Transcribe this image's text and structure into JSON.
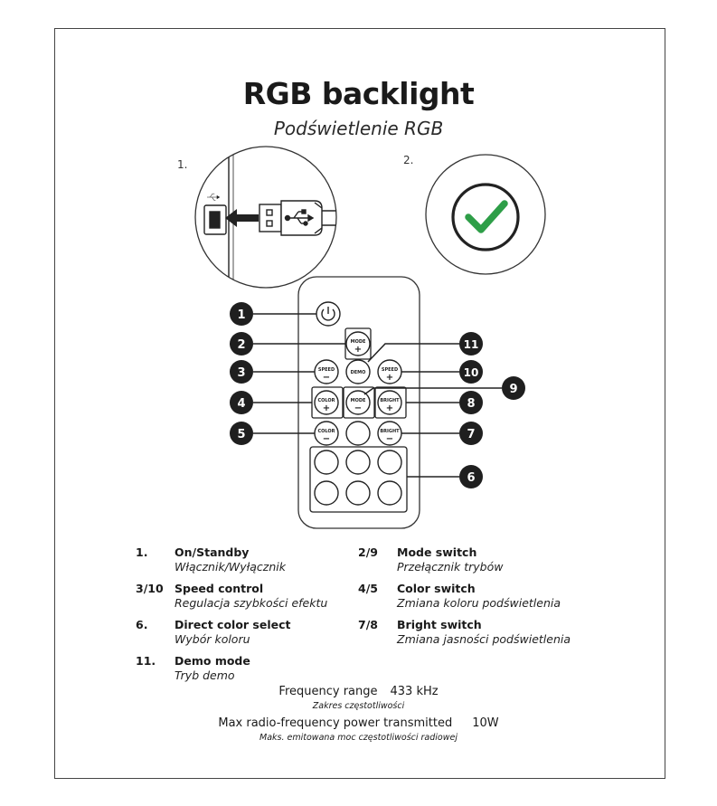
{
  "title": "RGB backlight",
  "subtitle": "Podświetlenie RGB",
  "steps": {
    "step1": "1.",
    "step2": "2."
  },
  "remote": {
    "mode_plus": {
      "label": "MODE",
      "sign": "+"
    },
    "demo": {
      "label": "DEMO"
    },
    "speed_minus": {
      "label": "SPEED",
      "sign": "−"
    },
    "speed_plus": {
      "label": "SPEED",
      "sign": "+"
    },
    "color_plus": {
      "label": "COLOR",
      "sign": "+"
    },
    "mode_minus": {
      "label": "MODE",
      "sign": "−"
    },
    "bright_plus": {
      "label": "BRIGHT",
      "sign": "+"
    },
    "color_minus": {
      "label": "COLOR",
      "sign": "−"
    },
    "bright_minus": {
      "label": "BRIGHT",
      "sign": "−"
    }
  },
  "callouts": [
    "1",
    "2",
    "3",
    "4",
    "5",
    "6",
    "7",
    "8",
    "9",
    "10",
    "11"
  ],
  "legend": [
    {
      "num": "1.",
      "en": "On/Standby",
      "pl": "Włącznik/Wyłącznik"
    },
    {
      "num": "2/9",
      "en": "Mode switch",
      "pl": "Przełącznik trybów"
    },
    {
      "num": "3/10",
      "en": "Speed control",
      "pl": "Regulacja szybkości efektu"
    },
    {
      "num": "4/5",
      "en": "Color switch",
      "pl": "Zmiana koloru podświetlenia"
    },
    {
      "num": "6.",
      "en": "Direct color select",
      "pl": "Wybór koloru"
    },
    {
      "num": "7/8",
      "en": "Bright switch",
      "pl": "Zmiana jasności podświetlenia"
    },
    {
      "num": "11.",
      "en": "Demo mode",
      "pl": "Tryb demo"
    }
  ],
  "specs": {
    "freq_label": "Frequency range",
    "freq_value": "433 kHz",
    "freq_pl": "Zakres częstotliwości",
    "power_label": "Max radio-frequency power transmitted",
    "power_value": "10W",
    "power_pl": "Maks. emitowana moc częstotliwości radiowej"
  },
  "colors": {
    "check_green": "#2e9e48",
    "ink": "#1a1a1a"
  }
}
